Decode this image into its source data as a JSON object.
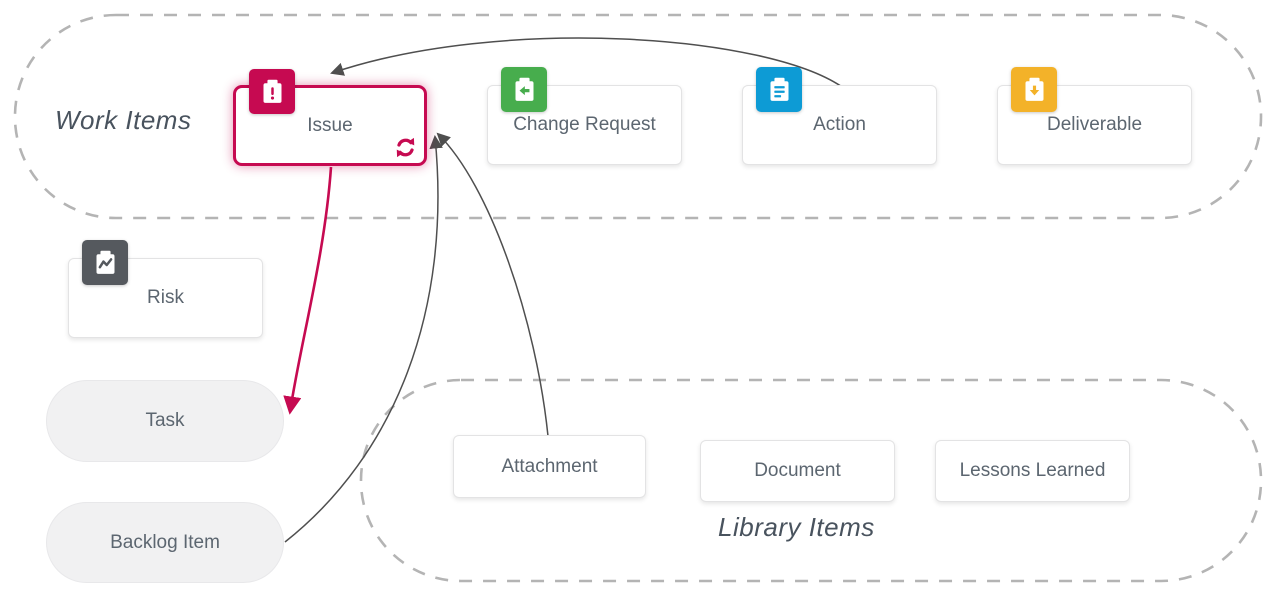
{
  "diagram": {
    "groups": [
      {
        "id": "work-items",
        "label": "Work Items"
      },
      {
        "id": "library-items",
        "label": "Library Items"
      }
    ],
    "nodes": [
      {
        "id": "issue",
        "label": "Issue",
        "group": "work-items",
        "icon": "clipboard-exclamation-icon",
        "accent": "#c60a51",
        "selected": true,
        "corner_icon": "sync-icon"
      },
      {
        "id": "change-request",
        "label": "Change Request",
        "group": "work-items",
        "icon": "clipboard-arrow-left-icon",
        "accent": "#47ad4d"
      },
      {
        "id": "action",
        "label": "Action",
        "group": "work-items",
        "icon": "clipboard-list-icon",
        "accent": "#0d9bd5"
      },
      {
        "id": "deliverable",
        "label": "Deliverable",
        "group": "work-items",
        "icon": "clipboard-arrow-down-icon",
        "accent": "#f3b229"
      },
      {
        "id": "risk",
        "label": "Risk",
        "icon": "clipboard-zigzag-icon",
        "accent": "#55595e"
      },
      {
        "id": "task",
        "label": "Task",
        "shape": "pill"
      },
      {
        "id": "backlog-item",
        "label": "Backlog Item",
        "shape": "pill"
      },
      {
        "id": "attachment",
        "label": "Attachment",
        "group": "library-items"
      },
      {
        "id": "document",
        "label": "Document",
        "group": "library-items"
      },
      {
        "id": "lessons-learned",
        "label": "Lessons Learned",
        "group": "library-items"
      }
    ],
    "edges": [
      {
        "from": "action",
        "to": "issue",
        "color": "#4f4f4f",
        "style": "curved-arrow"
      },
      {
        "from": "attachment",
        "to": "issue",
        "color": "#4f4f4f",
        "style": "curved-arrow"
      },
      {
        "from": "backlog-item",
        "to": "issue",
        "color": "#4f4f4f",
        "style": "curved-arrow"
      },
      {
        "from": "issue",
        "to": "task",
        "color": "#c60a51",
        "style": "curved-arrow-thick"
      }
    ],
    "outline_color": "#b4b4b4",
    "text_color": "#5c6670"
  }
}
